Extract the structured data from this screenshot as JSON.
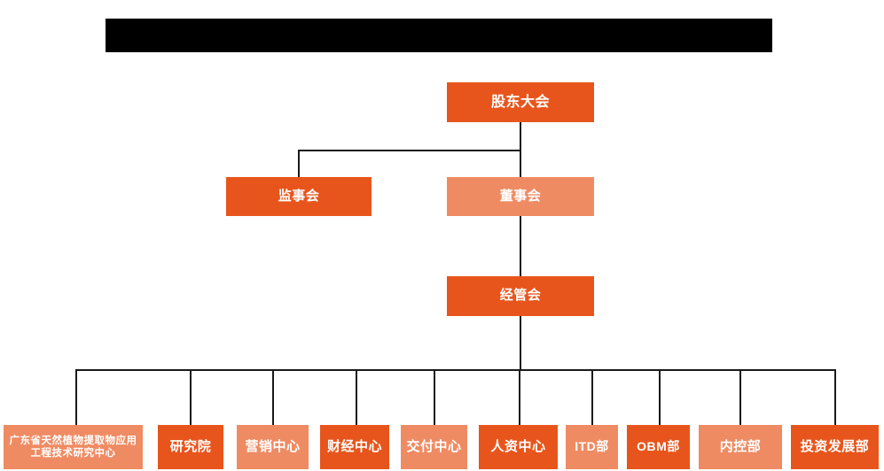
{
  "chart_type": "organization-chart",
  "colors": {
    "dark_orange": "#E8551C",
    "light_orange": "#EF8B63",
    "connector": "#1a1a1a",
    "title_bar": "#000000",
    "background": "#FFFFFF",
    "node_text": "#FFFFFF"
  },
  "title_bar": {
    "label": "",
    "visible_text": ""
  },
  "nodes": {
    "shareholders_meeting": {
      "label": "股东大会",
      "tone": "dark"
    },
    "supervisory_board": {
      "label": "监事会",
      "tone": "dark"
    },
    "board_of_directors": {
      "label": "董事会",
      "tone": "light"
    },
    "management_committee": {
      "label": "经管会",
      "tone": "dark"
    }
  },
  "departments": [
    {
      "label": "广东省天然植物提取物应用工程技术研究中心",
      "tone": "light",
      "lines": 2
    },
    {
      "label": "研究院",
      "tone": "dark",
      "lines": 1
    },
    {
      "label": "营销中心",
      "tone": "light",
      "lines": 1
    },
    {
      "label": "财经中心",
      "tone": "dark",
      "lines": 1
    },
    {
      "label": "交付中心",
      "tone": "light",
      "lines": 1
    },
    {
      "label": "人资中心",
      "tone": "dark",
      "lines": 1
    },
    {
      "label": "ITD部",
      "tone": "light",
      "lines": 1
    },
    {
      "label": "OBM部",
      "tone": "dark",
      "lines": 1
    },
    {
      "label": "内控部",
      "tone": "light",
      "lines": 1
    },
    {
      "label": "投资发展部",
      "tone": "dark",
      "lines": 1
    }
  ]
}
